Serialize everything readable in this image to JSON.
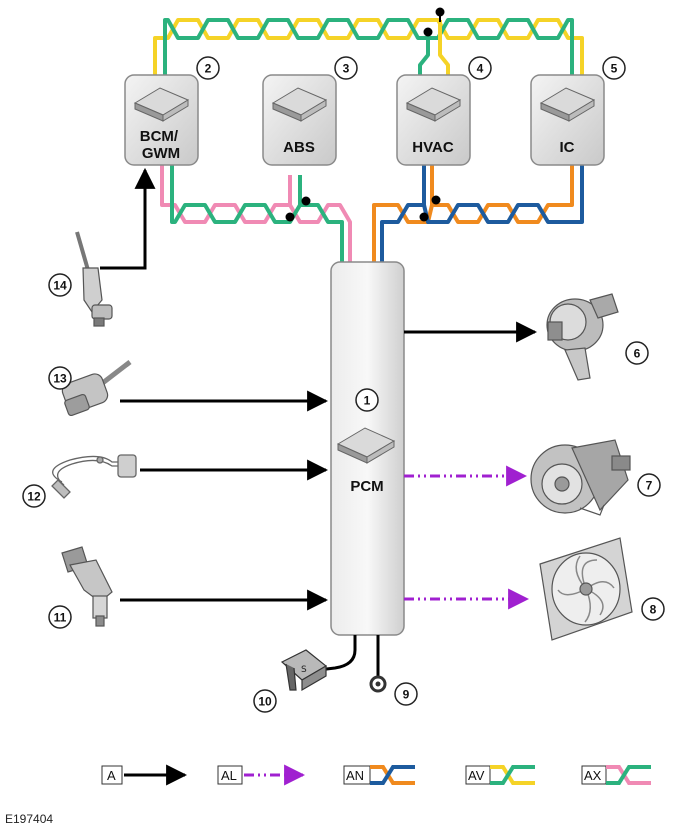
{
  "modules": {
    "pcm": "PCM",
    "bcm": "BCM/\nGWM",
    "abs": "ABS",
    "hvac": "HVAC",
    "ic": "IC"
  },
  "numbers": {
    "n1": "1",
    "n2": "2",
    "n3": "3",
    "n4": "4",
    "n5": "5",
    "n6": "6",
    "n7": "7",
    "n8": "8",
    "n9": "9",
    "n10": "10",
    "n11": "11",
    "n12": "12",
    "n13": "13",
    "n14": "14"
  },
  "legend": {
    "a": "A",
    "al": "AL",
    "an": "AN",
    "av": "AV",
    "ax": "AX"
  },
  "reference": "E197404",
  "colors": {
    "green": "#2bb27e",
    "yellow": "#f5d327",
    "pink": "#f08ab4",
    "orange": "#f08a1e",
    "blue": "#1d5b9e",
    "purple": "#a020d0"
  }
}
